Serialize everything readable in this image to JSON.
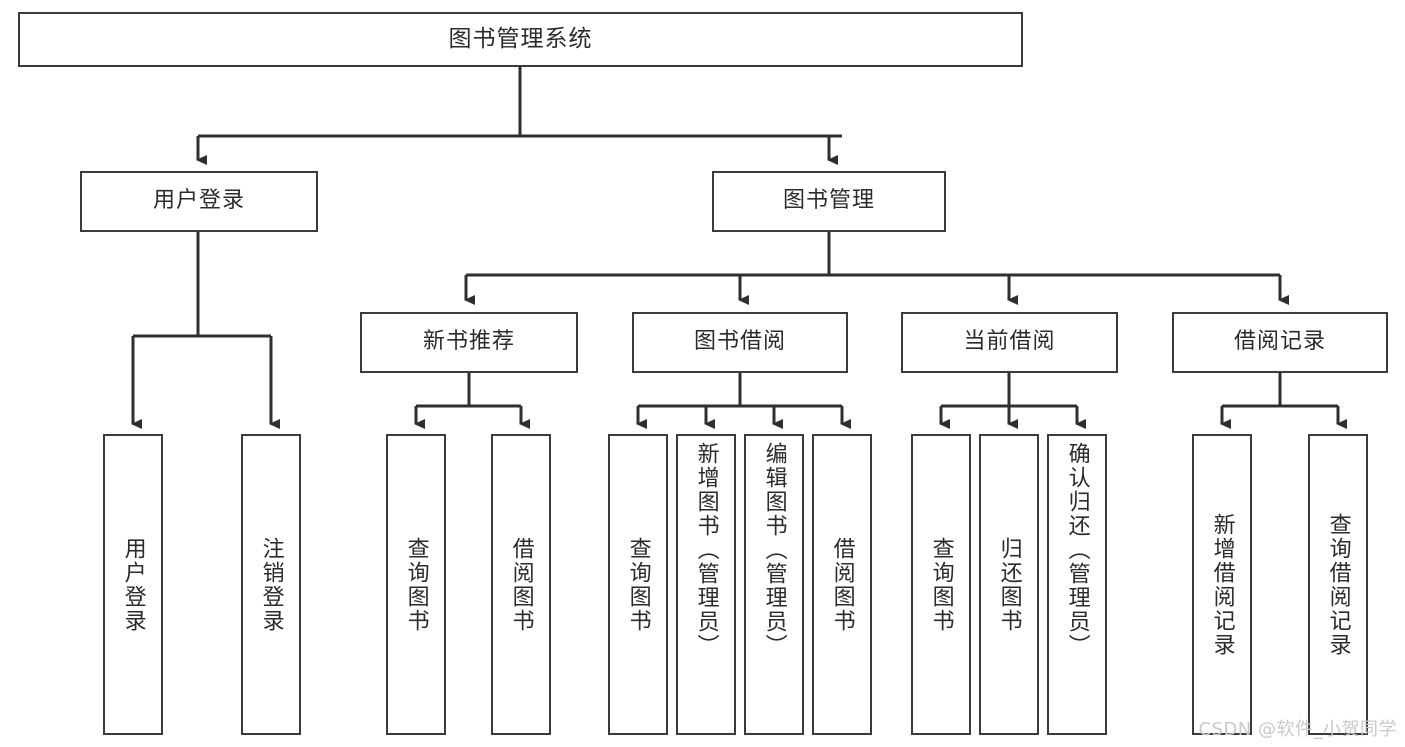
{
  "diagram": {
    "type": "tree-hierarchy",
    "title": "图书管理系统",
    "watermark": "CSDN @软件_小贺同学",
    "colors": {
      "box_border": "#3b3b3b",
      "box_fill": "#ffffff",
      "connector": "#2f2f2f",
      "text": "#2b2b2b",
      "watermark": "#c9c9c9"
    },
    "root": {
      "label": "图书管理系统"
    },
    "level2": [
      {
        "label": "用户登录"
      },
      {
        "label": "图书管理"
      }
    ],
    "level3": [
      {
        "label": "新书推荐"
      },
      {
        "label": "图书借阅"
      },
      {
        "label": "当前借阅"
      },
      {
        "label": "借阅记录"
      }
    ],
    "leaves": {
      "user_login": [
        {
          "label": "用户登录"
        },
        {
          "label": "注销登录"
        }
      ],
      "new_book": [
        {
          "label": "查询图书"
        },
        {
          "label": "借阅图书"
        }
      ],
      "book_borrow": [
        {
          "label": "查询图书"
        },
        {
          "label": "新增图书（管理员）"
        },
        {
          "label": "编辑图书（管理员）"
        },
        {
          "label": "借阅图书"
        }
      ],
      "current_borrow": [
        {
          "label": "查询图书"
        },
        {
          "label": "归还图书"
        },
        {
          "label": "确认归还（管理员）"
        }
      ],
      "borrow_record": [
        {
          "label": "新增借阅记录"
        },
        {
          "label": "查询借阅记录"
        }
      ]
    }
  }
}
